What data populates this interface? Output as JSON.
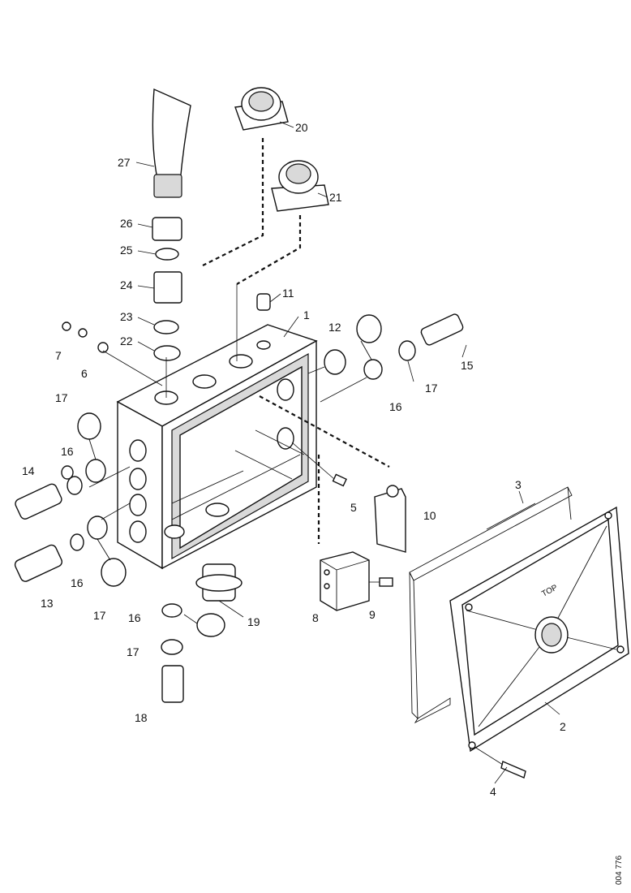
{
  "diagram": {
    "callouts": [
      "1",
      "2",
      "3",
      "4",
      "5",
      "6",
      "7",
      "8",
      "9",
      "10",
      "11",
      "12",
      "13",
      "14",
      "15",
      "16",
      "16",
      "16",
      "16",
      "17",
      "17",
      "17",
      "17",
      "18",
      "19",
      "20",
      "21",
      "22",
      "23",
      "24",
      "25",
      "26",
      "27"
    ],
    "reference_code": "004 776"
  }
}
